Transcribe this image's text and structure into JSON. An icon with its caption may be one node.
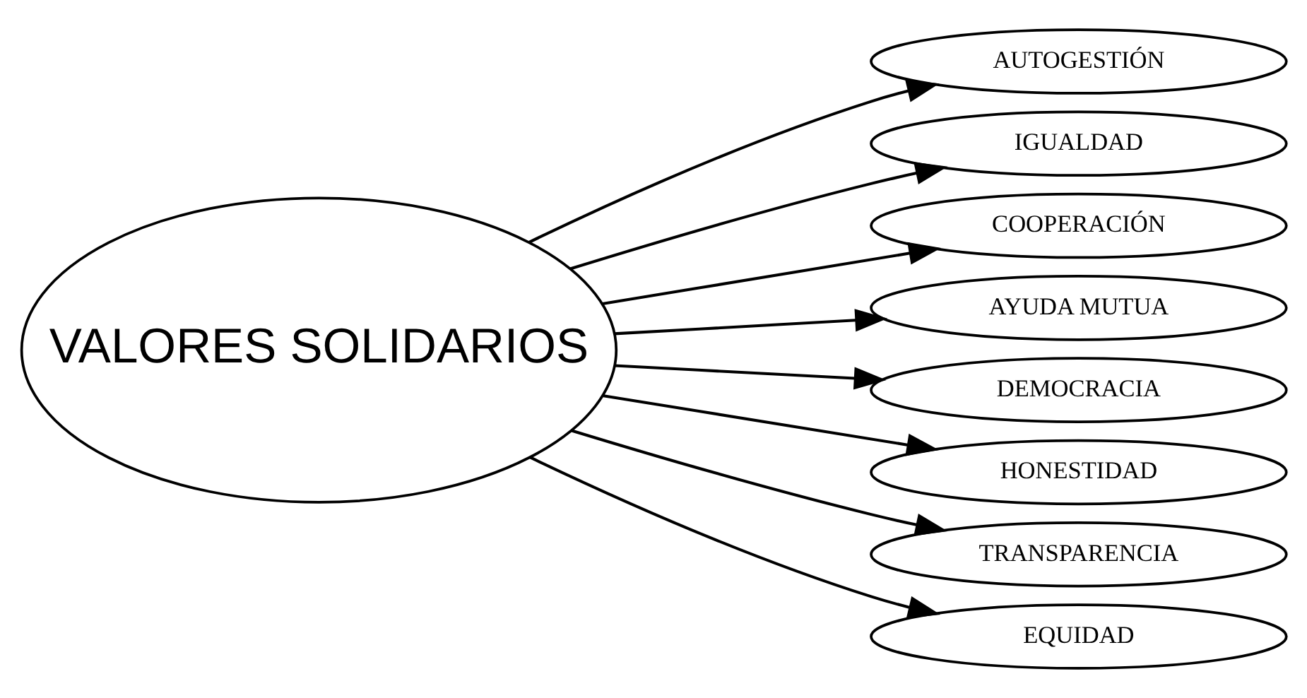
{
  "diagram": {
    "nodes": [
      {
        "text": [
          "VALORES SOLIDARIOS"
        ]
      },
      {
        "text": [
          "AUTOGESTIÓN"
        ]
      },
      {
        "text": [
          "IGUALDAD"
        ]
      },
      {
        "text": [
          "COOPERACIÓN"
        ]
      },
      {
        "text": [
          "AYUDA MUTUA"
        ]
      },
      {
        "text": [
          "DEMOCRACIA"
        ]
      },
      {
        "text": [
          "HONESTIDAD"
        ]
      },
      {
        "text": [
          "TRANSPARENCIA"
        ]
      },
      {
        "text": [
          "EQUIDAD"
        ]
      }
    ],
    "edges": [
      {
        "from": 0,
        "to": 1,
        "arrow": "to"
      },
      {
        "from": 0,
        "to": 2,
        "arrow": "to"
      },
      {
        "from": 0,
        "to": 3,
        "arrow": "to"
      },
      {
        "from": 0,
        "to": 4,
        "arrow": "to"
      },
      {
        "from": 0,
        "to": 5,
        "arrow": "to"
      },
      {
        "from": 0,
        "to": 6,
        "arrow": "to"
      },
      {
        "from": 0,
        "to": 7,
        "arrow": "to"
      },
      {
        "from": 0,
        "to": 8,
        "arrow": "to"
      }
    ]
  }
}
